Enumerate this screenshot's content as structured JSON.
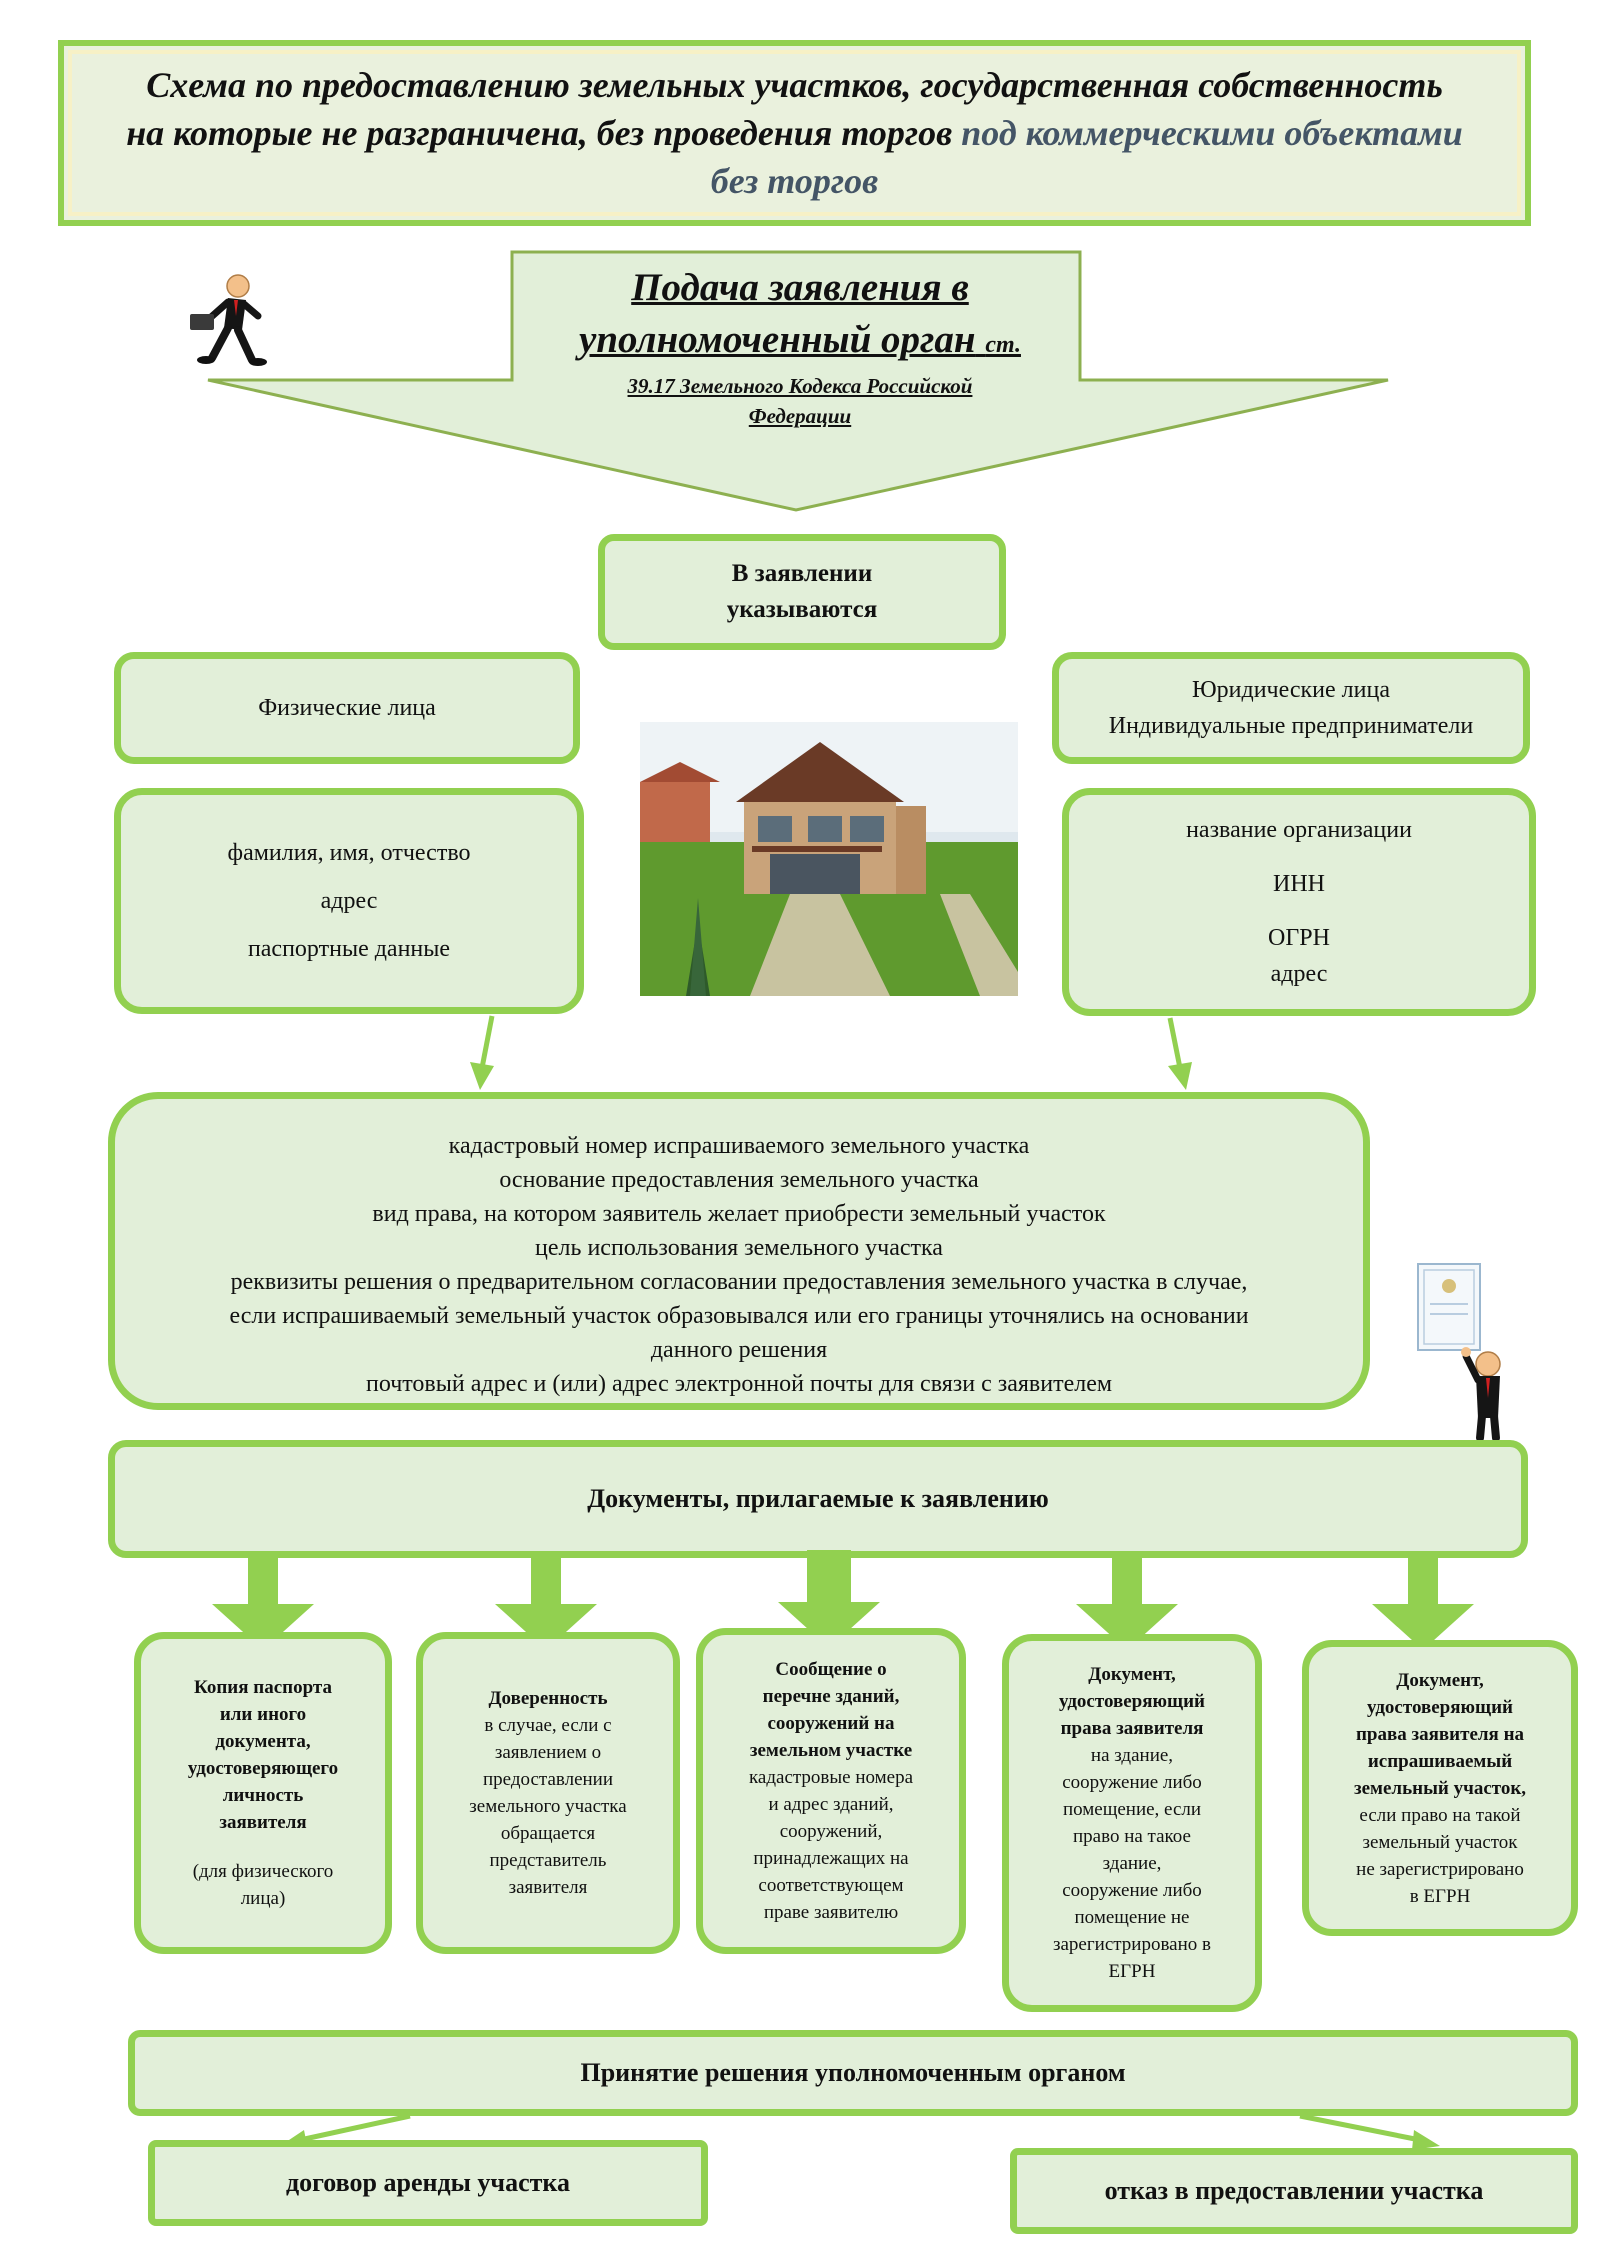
{
  "header": {
    "title_main": "Схема по предоставлению земельных участков, государственная собственность на которые не разграничена, без проведения торгов",
    "title_accent": "под коммерческими объектами без торгов"
  },
  "arrow_block": {
    "line1": "Подача заявления в",
    "line2": "уполномоченный орган",
    "line2_suffix": "ст.",
    "line3": "39.17 Земельного Кодекса Российской",
    "line4": "Федерации"
  },
  "specified": {
    "line1": "В заявлении",
    "line2": "указываются"
  },
  "individuals": {
    "title": "Физические лица",
    "items": [
      "фамилия, имя, отчество",
      "адрес",
      "паспортные данные"
    ]
  },
  "legal": {
    "title_line1": "Юридические лица",
    "title_line2": "Индивидуальные предприниматели",
    "items": [
      "название организации",
      "ИНН",
      "ОГРН",
      "адрес"
    ]
  },
  "common": {
    "lines": [
      "кадастровый номер испрашиваемого земельного участка",
      "основание предоставления земельного участка",
      "вид права, на котором заявитель желает приобрести земельный участок",
      "цель использования земельного участка",
      "реквизиты решения о предварительном согласовании предоставления земельного участка в случае,",
      "если испрашиваемый земельный участок образовывался или его границы уточнялись на основании",
      "данного решения",
      "почтовый адрес и (или) адрес электронной почты для связи с заявителем"
    ]
  },
  "documents": {
    "title": "Документы, прилагаемые к заявлению",
    "doc1": {
      "bold": [
        "Копия паспорта",
        "или иного",
        "документа,",
        "удостоверяющего",
        "личность",
        "заявителя"
      ],
      "note": [
        "(для физического",
        "лица)"
      ]
    },
    "doc2": {
      "bold": [
        "Доверенность"
      ],
      "text": [
        "в случае, если с",
        "заявлением о",
        "предоставлении",
        "земельного участка",
        "обращается",
        "представитель",
        "заявителя"
      ]
    },
    "doc3": {
      "bold": [
        "Сообщение о",
        "перечне зданий,",
        "сооружений на",
        "земельном участке"
      ],
      "text": [
        "кадастровые номера",
        "и адрес зданий,",
        "сооружений,",
        "принадлежащих на",
        "соответствующем",
        "праве заявителю"
      ]
    },
    "doc4": {
      "bold": [
        "Документ,",
        "удостоверяющий",
        "права заявителя"
      ],
      "text": [
        "на здание,",
        "сооружение либо",
        "помещение, если",
        "право на такое",
        "здание,",
        "сооружение либо",
        "помещение не",
        "зарегистрировано в",
        "ЕГРН"
      ]
    },
    "doc5": {
      "bold": [
        "Документ,",
        "удостоверяющий",
        "права заявителя на",
        "испрашиваемый",
        "земельный участок,"
      ],
      "text": [
        "если право на такой",
        "земельный участок",
        "не зарегистрировано",
        "в ЕГРН"
      ]
    }
  },
  "decision": {
    "title": "Принятие решения уполномоченным органом",
    "lease": "договор аренды участка",
    "refusal": "отказ в предоставлении участка"
  },
  "colors": {
    "border": "#92d050",
    "fill": "#e2efd9",
    "arrow": "#92d050"
  }
}
